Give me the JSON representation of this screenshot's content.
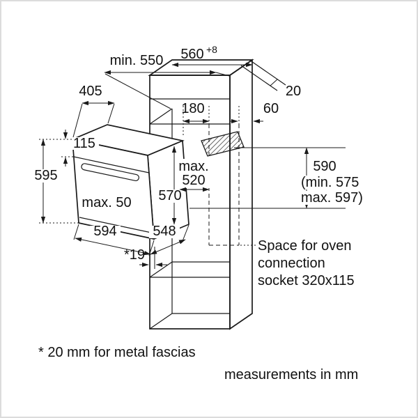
{
  "diagram": {
    "dimensions": {
      "niche_depth": "min. 550",
      "niche_width": "560",
      "niche_width_tolerance": "+8",
      "rear_gap": "20",
      "top_depth": "405",
      "socket_front_offset": "180",
      "socket_side_offset": "60",
      "panel_height": "115",
      "oven_height": "595",
      "door_clearance": "max. 50",
      "max_label": "max.",
      "max_depth": "520",
      "inner_height": "570",
      "oven_width": "594",
      "oven_depth": "548",
      "fascia_gap": "*19",
      "niche_height": "590",
      "niche_height_min": "(min. 575",
      "niche_height_max": "max. 597)"
    },
    "notes": {
      "socket_line1": "Space for oven",
      "socket_line2": "connection",
      "socket_line3": "socket 320x115",
      "fascia_note": "* 20 mm for metal fascias",
      "units_note": "measurements in mm"
    }
  }
}
